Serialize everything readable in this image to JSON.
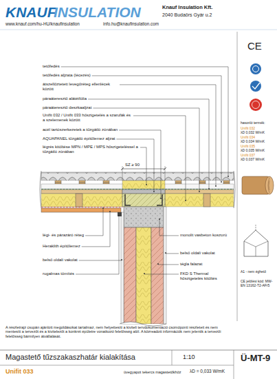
{
  "diagram": {
    "title": "Magastető tűzszakaszhatár kialakítása",
    "labels": [
      "KNAUF",
      "INSULATION",
      "Knauf Insulation Kft.",
      "2040 Budaörs Gyár u.2",
      "www.knauf.com/hu-HU/knaufinsulation",
      "info.hu@knaufinsulation.com",
      "CE",
      "tetőfedés",
      "tetőfedés aljzata (lécezés)",
      "átszellőztetett levegőréteg ellenlécek között",
      "páraáteresztő alátétfólia",
      "páraáteresztő deszkaaljzat",
      "Unifit 032 / Unifit 033 hőszigetelés a szarufák és a szelemenek között",
      "acél tartószerkezetek a tűzgátló zónában",
      "AQUAPANEL tűzgátló építőlemez aljzat",
      "légrés kitöltése MPN / MPE / MPS hőszigeteléssel a tűzgátló zónában",
      "SZ ≥ 90",
      "légi- és párazáró réteg",
      "Heraklith építőlemez",
      "belső oldali vakolat",
      "rugalmas tömítés",
      "monolit vasbeton koszorú",
      "belső oldali vakolat",
      "tégla falazat",
      "FKD S Thermal hőszigetelés kitöltés",
      "hasonló termék:",
      "Unifit 032",
      "λD 0,032 W/mK",
      "Unifit 034",
      "λD 0,034 W/mK",
      "Unifit 035",
      "λD 0,035 W/mK",
      "Unifit 037",
      "λD 0,037 W/mK",
      "A1 - nem éghető",
      "CE jelölési kód: MW-EN 13162-T2-AFr5",
      "A részletrajz csupán ajánlott megoldásokat tartalmaz, nem helyettesíti a kiviteli tervdokumentáció csomóponti részleteit és nem mentesíti a tervezőt és a kivitelezőt a konkrét épületre vonatkozó felelősség alól. A közreadott információk nem jelentik a tervezői felelősség bármilyen átvállalását.",
      "1:10",
      "Ü-MT-9",
      "Unifit 033",
      "üvegyapot tekercs magastetőkhöz",
      "λD = 0,033 W/mK"
    ]
  }
}
